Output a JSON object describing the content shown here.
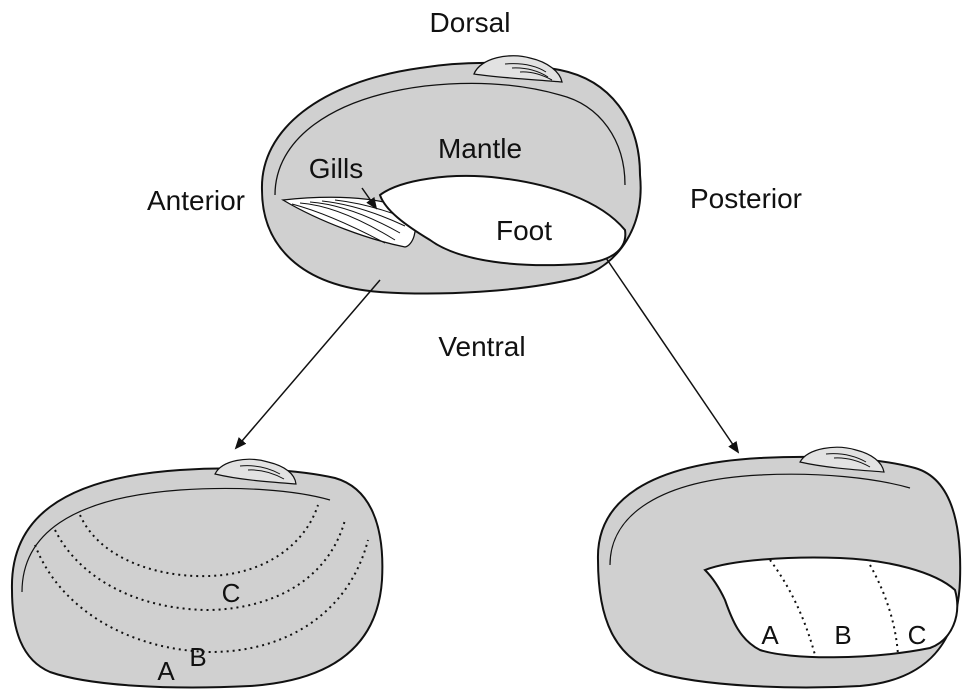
{
  "labels": {
    "dorsal": "Dorsal",
    "ventral": "Ventral",
    "anterior": "Anterior",
    "posterior": "Posterior",
    "mantle": "Mantle",
    "gills": "Gills",
    "foot": "Foot"
  },
  "mantle_sections": {
    "a": "A",
    "b": "B",
    "c": "C"
  },
  "foot_sections": {
    "a": "A",
    "b": "B",
    "c": "C"
  },
  "colors": {
    "shell_fill": "#d0d0d0",
    "stroke": "#111111",
    "foot_fill": "#ffffff",
    "background": "#ffffff"
  }
}
